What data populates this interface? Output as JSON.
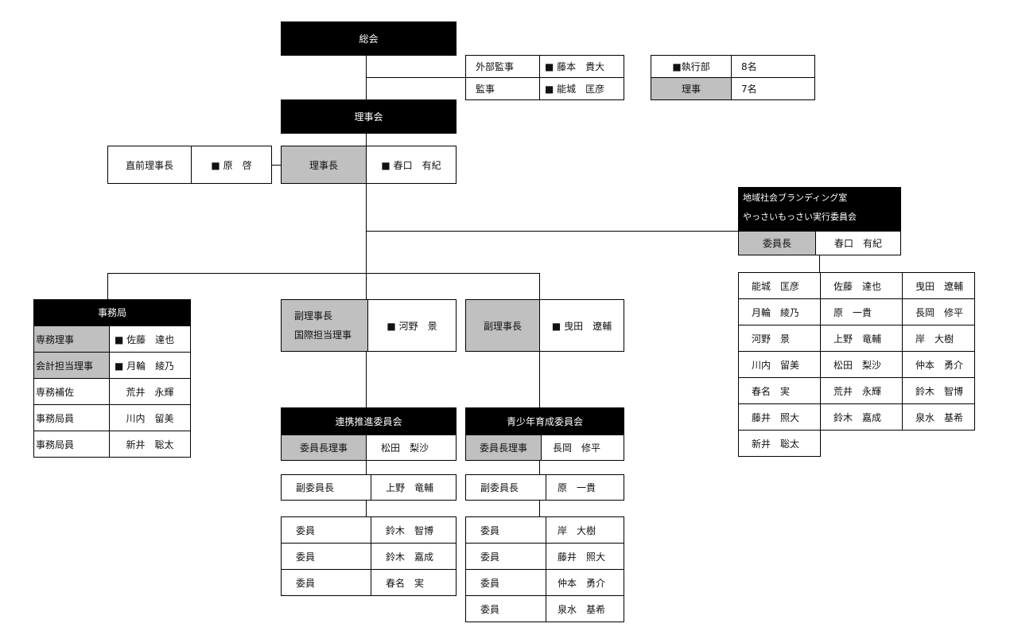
{
  "general_assembly": "総会",
  "auditors": [
    {
      "role": "外部監事",
      "name": "■ 藤本　貴大"
    },
    {
      "role": "監事",
      "name": "■ 能城　匡彦"
    }
  ],
  "summary": [
    {
      "label": "■執行部",
      "count": "8名"
    },
    {
      "label": "理事",
      "count": "7名"
    }
  ],
  "board": "理事会",
  "former_chair": {
    "role": "直前理事長",
    "name": "■ 原　啓"
  },
  "chair": {
    "role": "理事長",
    "name": "■ 春口　有紀"
  },
  "branding": {
    "title1": "地域社会ブランディング室",
    "title2": "やっさいもっさい実行委員会",
    "chair_role": "委員長",
    "chair_name": "春口　有紀",
    "members": [
      [
        "能城　匡彦",
        "佐藤　達也",
        "曳田　遼輔"
      ],
      [
        "月輪　綾乃",
        "原　一貴",
        "長岡　修平"
      ],
      [
        "河野　景",
        "上野　竜輔",
        "岸　大樹"
      ],
      [
        "川内　留美",
        "松田　梨沙",
        "仲本　勇介"
      ],
      [
        "春名　実",
        "荒井　永輝",
        "鈴木　智博"
      ],
      [
        "藤井　照大",
        "鈴木　嘉成",
        "泉水　基希"
      ],
      [
        "新井　聡太"
      ]
    ]
  },
  "secretariat": {
    "title": "事務局",
    "rows": [
      {
        "role": "専務理事",
        "name": "■ 佐藤　達也",
        "hl": true
      },
      {
        "role": "会計担当理事",
        "name": "■ 月輪　綾乃",
        "hl": true
      },
      {
        "role": "専務補佐",
        "name": "荒井　永輝",
        "hl": false
      },
      {
        "role": "事務局員",
        "name": "川内　留美",
        "hl": false
      },
      {
        "role": "事務局員",
        "name": "新井　聡太",
        "hl": false
      }
    ]
  },
  "vice1": {
    "role1": "副理事長",
    "role2": "国際担当理事",
    "name": "■ 河野　景"
  },
  "vice2": {
    "role": "副理事長",
    "name": "■ 曳田　遼輔"
  },
  "committee1": {
    "title": "連携推進委員会",
    "chair_role": "委員長理事",
    "chair_name": "松田　梨沙",
    "vice_role": "副委員長",
    "vice_name": "上野　竜輔",
    "members": [
      {
        "role": "委員",
        "name": "鈴木　智博"
      },
      {
        "role": "委員",
        "name": "鈴木　嘉成"
      },
      {
        "role": "委員",
        "name": "春名　実"
      }
    ]
  },
  "committee2": {
    "title": "青少年育成委員会",
    "chair_role": "委員長理事",
    "chair_name": "長岡　修平",
    "vice_role": "副委員長",
    "vice_name": "原　一貴",
    "members": [
      {
        "role": "委員",
        "name": "岸　大樹"
      },
      {
        "role": "委員",
        "name": "藤井　照大"
      },
      {
        "role": "委員",
        "name": "仲本　勇介"
      },
      {
        "role": "委員",
        "name": "泉水　基希"
      }
    ]
  }
}
